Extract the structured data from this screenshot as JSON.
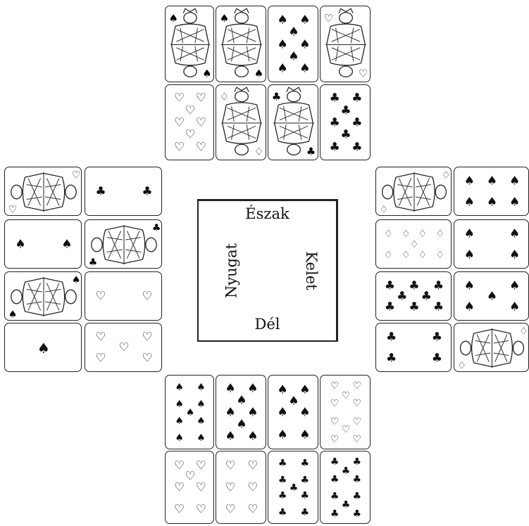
{
  "board": {
    "north": "Észak",
    "south": "Dél",
    "west": "Nyugat",
    "east": "Kelet"
  },
  "hands": {
    "north": [
      {
        "suit": "spade",
        "rank": "J"
      },
      {
        "suit": "spade",
        "rank": "K"
      },
      {
        "suit": "spade",
        "rank": "8"
      },
      {
        "suit": "heart",
        "rank": "K"
      },
      {
        "suit": "heart",
        "rank": "8"
      },
      {
        "suit": "diamond",
        "rank": "Q"
      },
      {
        "suit": "club",
        "rank": "K"
      },
      {
        "suit": "club",
        "rank": "8"
      }
    ],
    "west": [
      {
        "suit": "heart",
        "rank": "J"
      },
      {
        "suit": "club",
        "rank": "2"
      },
      {
        "suit": "spade",
        "rank": "2"
      },
      {
        "suit": "club",
        "rank": "Q"
      },
      {
        "suit": "spade",
        "rank": "Q"
      },
      {
        "suit": "heart",
        "rank": "2"
      },
      {
        "suit": "spade",
        "rank": "A"
      },
      {
        "suit": "heart",
        "rank": "5"
      }
    ],
    "east": [
      {
        "suit": "diamond",
        "rank": "Q"
      },
      {
        "suit": "spade",
        "rank": "6"
      },
      {
        "suit": "diamond",
        "rank": "9"
      },
      {
        "suit": "spade",
        "rank": "4"
      },
      {
        "suit": "club",
        "rank": "8"
      },
      {
        "suit": "spade",
        "rank": "5"
      },
      {
        "suit": "club",
        "rank": "4"
      },
      {
        "suit": "diamond",
        "rank": "K"
      }
    ],
    "south": [
      {
        "suit": "spade",
        "rank": "9"
      },
      {
        "suit": "spade",
        "rank": "8"
      },
      {
        "suit": "spade",
        "rank": "7"
      },
      {
        "suit": "heart",
        "rank": "10"
      },
      {
        "suit": "heart",
        "rank": "7"
      },
      {
        "suit": "heart",
        "rank": "6"
      },
      {
        "suit": "club",
        "rank": "9"
      },
      {
        "suit": "club",
        "rank": "10"
      }
    ]
  }
}
